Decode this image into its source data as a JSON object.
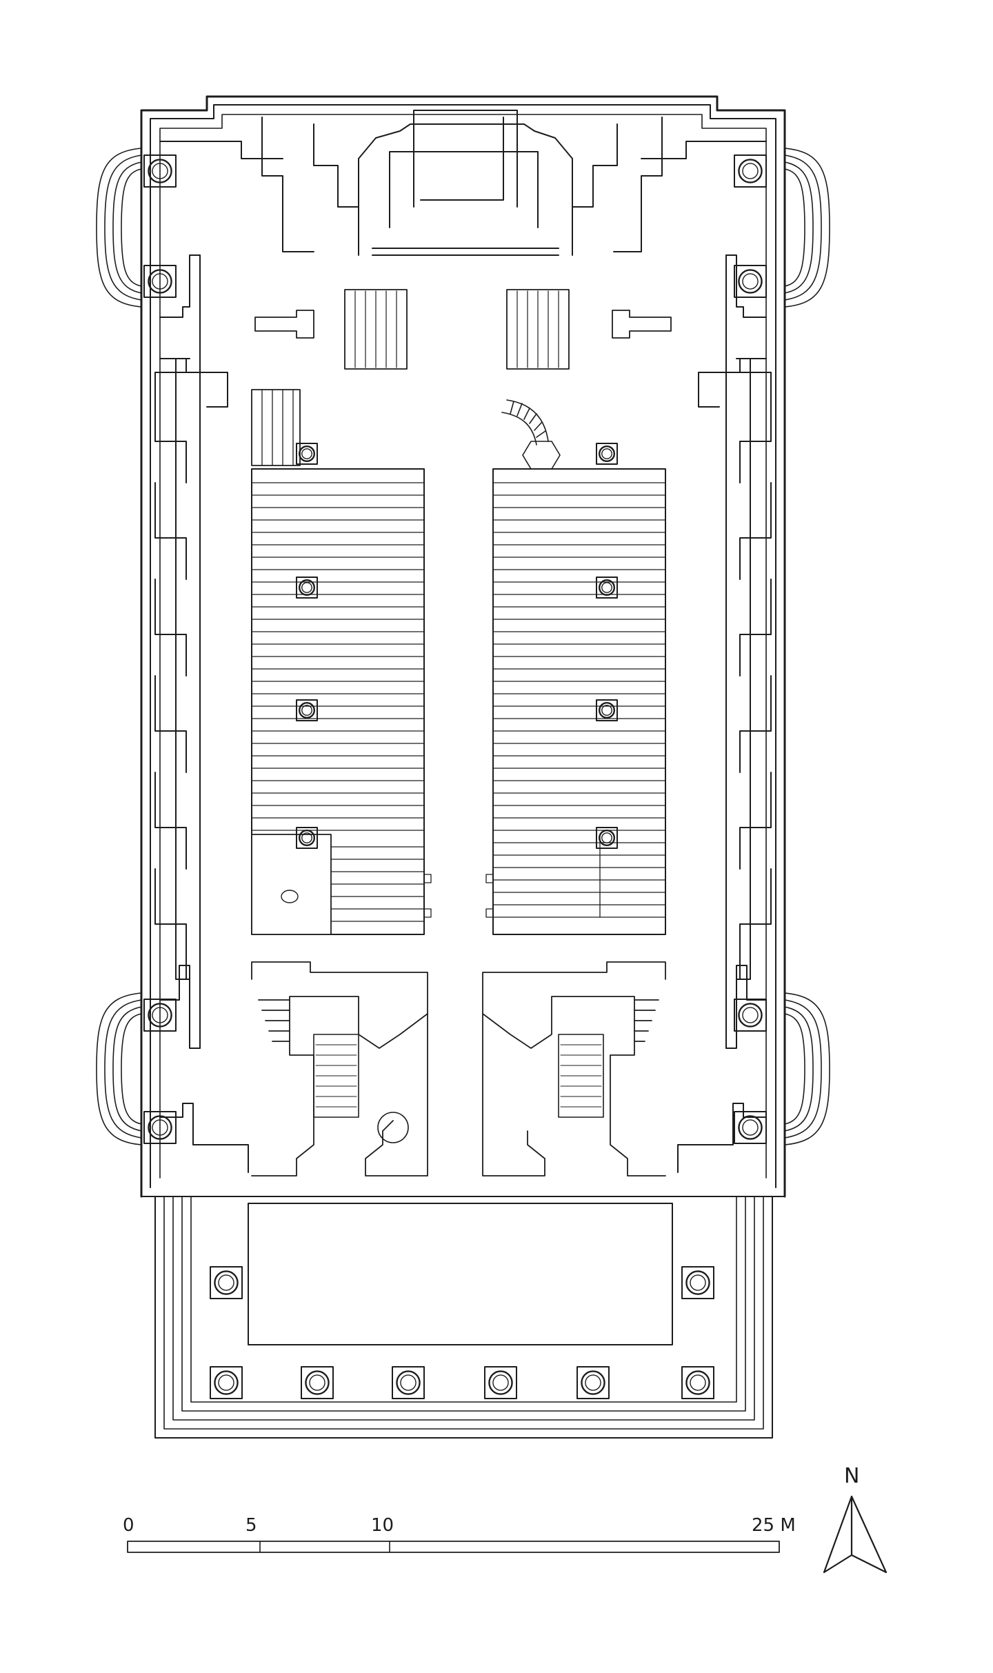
{
  "scale_bar": {
    "ticks": [
      "0",
      "5",
      "10"
    ],
    "end_label": "25 M",
    "end_value": 25,
    "unit": "M"
  },
  "north_arrow": {
    "label": "N",
    "icon": "north-arrow-icon"
  },
  "colors": {
    "ink": "#1c1c1c",
    "paper": "#ffffff"
  }
}
